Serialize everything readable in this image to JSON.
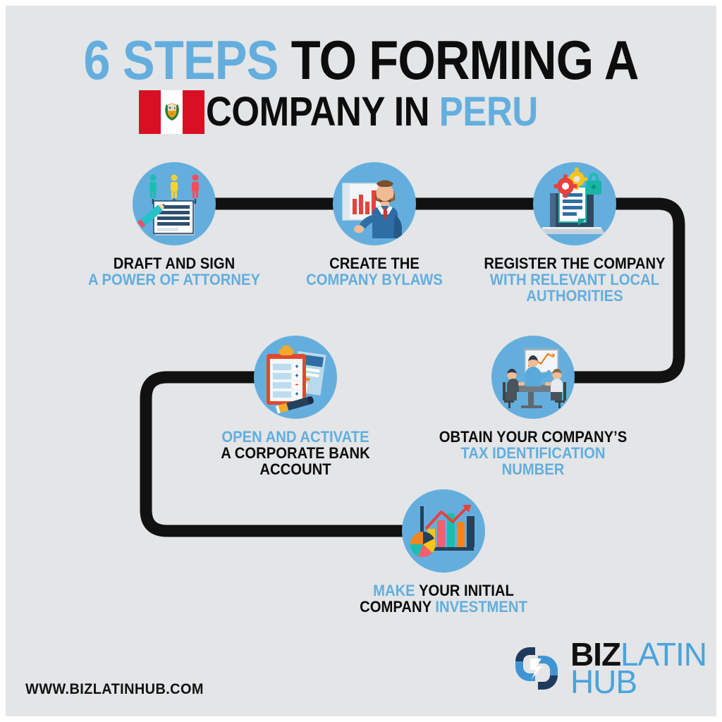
{
  "theme": {
    "background": "#e3e5e7",
    "accent_blue": "#63aede",
    "text_black": "#0d0d0d",
    "circle_blue": "#64aede",
    "connector_black": "#111111",
    "flag_red": "#D91023"
  },
  "title": {
    "line1_blue": "6 STEPS",
    "line1_black": " TO FORMING A",
    "line2_black": "COMPANY IN ",
    "line2_blue": "PERU",
    "flag_alt": "peru-flag"
  },
  "steps": [
    {
      "id": "step-1",
      "icon": "power-of-attorney-icon",
      "lines": [
        {
          "text": "DRAFT AND SIGN",
          "color": "black"
        },
        {
          "text": "A POWER OF ATTORNEY",
          "color": "blue"
        }
      ]
    },
    {
      "id": "step-2",
      "icon": "company-bylaws-icon",
      "lines": [
        {
          "text": "CREATE THE",
          "color": "black"
        },
        {
          "text": "COMPANY BYLAWS",
          "color": "blue"
        }
      ]
    },
    {
      "id": "step-3",
      "icon": "register-company-icon",
      "lines": [
        {
          "text": "REGISTER THE COMPANY",
          "color": "black"
        },
        {
          "text": "WITH RELEVANT LOCAL",
          "color": "blue"
        },
        {
          "text": "AUTHORITIES",
          "color": "blue"
        }
      ]
    },
    {
      "id": "step-4",
      "icon": "tax-id-meeting-icon",
      "lines": [
        {
          "text": "OBTAIN YOUR COMPANY’S",
          "color": "black"
        },
        {
          "text": "TAX IDENTIFICATION",
          "color": "blue"
        },
        {
          "text": "NUMBER",
          "color": "blue"
        }
      ]
    },
    {
      "id": "step-5",
      "icon": "bank-account-icon",
      "lines": [
        {
          "text": "OPEN AND ACTIVATE",
          "color": "blue"
        },
        {
          "text": "A CORPORATE BANK",
          "color": "black"
        },
        {
          "text": "ACCOUNT",
          "color": "black"
        }
      ]
    },
    {
      "id": "step-6",
      "icon": "initial-investment-icon",
      "lines_rich": [
        [
          {
            "text": "MAKE",
            "color": "blue"
          },
          {
            "text": " YOUR INITIAL",
            "color": "black"
          }
        ],
        [
          {
            "text": "COMPANY",
            "color": "black"
          },
          {
            "text": " INVESTMENT",
            "color": "blue"
          }
        ]
      ]
    }
  ],
  "footer": {
    "url": "WWW.BIZLATINHUB.COM"
  },
  "logo": {
    "biz": "BIZ",
    "latin": "LATIN",
    "hub": "HUB",
    "mark": "biz-latin-hub-chain-logo"
  }
}
